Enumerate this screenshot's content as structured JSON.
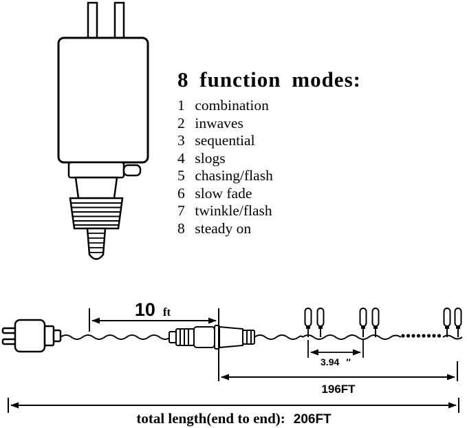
{
  "modes": {
    "title": "8 function modes:",
    "items": [
      {
        "num": "1",
        "label": "combination"
      },
      {
        "num": "2",
        "label": "inwaves"
      },
      {
        "num": "3",
        "label": "sequential"
      },
      {
        "num": "4",
        "label": "slogs"
      },
      {
        "num": "5",
        "label": "chasing/flash"
      },
      {
        "num": "6",
        "label": "slow fade"
      },
      {
        "num": "7",
        "label": "twinkle/flash"
      },
      {
        "num": "8",
        "label": "steady on"
      }
    ]
  },
  "dimensions": {
    "lead_value": "10",
    "lead_unit": "ft",
    "spacing_value": "3.94",
    "spacing_unit": "″",
    "string_length": "196FT",
    "total_label": "total length(end to end):",
    "total_value": "206FT"
  },
  "colors": {
    "ink": "#000000",
    "background": "#ffffff"
  }
}
